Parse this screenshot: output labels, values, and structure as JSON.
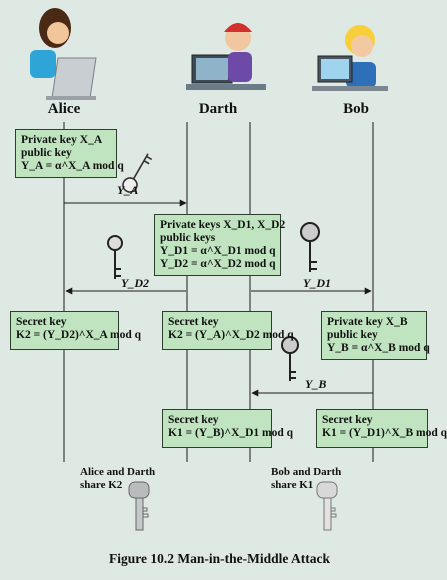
{
  "actors": [
    {
      "name": "Alice",
      "icon": "alice-at-laptop"
    },
    {
      "name": "Darth",
      "icon": "darth-at-computer"
    },
    {
      "name": "Bob",
      "icon": "bob-at-computer"
    }
  ],
  "boxes": {
    "alice_keys": [
      "Private key X_A",
      "public key",
      "Y_A = α^X_A mod q"
    ],
    "darth_keys": [
      "Private keys X_D1, X_D2",
      "public keys",
      "Y_D1 = α^X_D1 mod q",
      "Y_D2 = α^X_D2 mod q"
    ],
    "alice_secret": [
      "Secret key",
      "K2 = (Y_D2)^X_A mod q"
    ],
    "darth_secret_k2": [
      "Secret key",
      "K2 = (Y_A)^X_D2 mod q"
    ],
    "bob_keys": [
      "Private key X_B",
      "public key",
      "Y_B = α^X_B mod q"
    ],
    "darth_secret_k1": [
      "Secret key",
      "K1 = (Y_B)^X_D1 mod q"
    ],
    "bob_secret": [
      "Secret key",
      "K1 = (Y_D1)^X_B mod q"
    ]
  },
  "messages": {
    "ya": "Y_A",
    "yd2": "Y_D2",
    "yd1": "Y_D1",
    "yb": "Y_B"
  },
  "notes": {
    "alice_darth": [
      "Alice and Darth",
      "share K2"
    ],
    "bob_darth": [
      "Bob and Darth",
      "share K1"
    ]
  },
  "caption": "Figure 10.2  Man-in-the-Middle Attack",
  "colors": {
    "background": "#dfe9e4",
    "box_fill": "#bfe4bf",
    "line": "#1a1a1a"
  }
}
